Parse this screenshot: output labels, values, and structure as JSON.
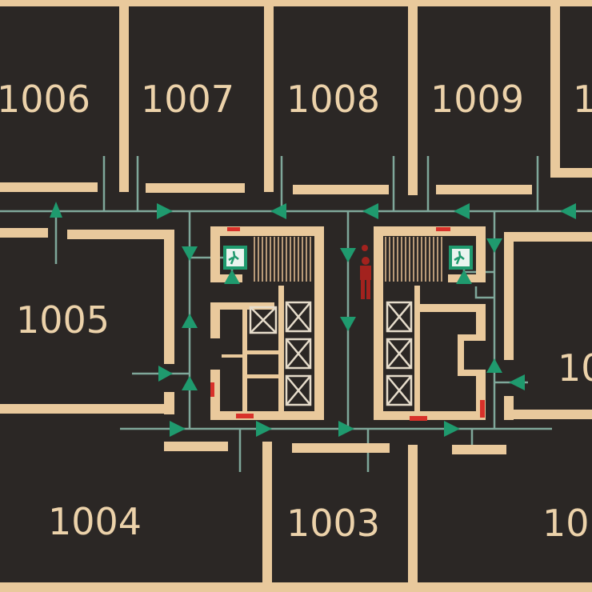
{
  "map": {
    "title": "Floor 10 evacuation plan",
    "rooms": [
      {
        "id": "1006",
        "label": "1006"
      },
      {
        "id": "1007",
        "label": "1007"
      },
      {
        "id": "1008",
        "label": "1008"
      },
      {
        "id": "1009",
        "label": "1009"
      },
      {
        "id": "1010-partial",
        "label": "1"
      },
      {
        "id": "1005",
        "label": "1005"
      },
      {
        "id": "right-partial",
        "label": "10"
      },
      {
        "id": "1004",
        "label": "1004"
      },
      {
        "id": "1003",
        "label": "1003"
      },
      {
        "id": "bottom-right-partial",
        "label": "10"
      }
    ],
    "icons": [
      "emergency-exit-sign",
      "emergency-exit-sign",
      "you-are-here-person",
      "elevator",
      "evacuation-arrow",
      "fire-door"
    ],
    "colors": {
      "background": "#2b2725",
      "wall": "#e9c99c",
      "route": "#1f9a6e",
      "route_line": "#7fa79a",
      "fire_door": "#d8312a",
      "you_are_here": "#a3221e"
    }
  }
}
